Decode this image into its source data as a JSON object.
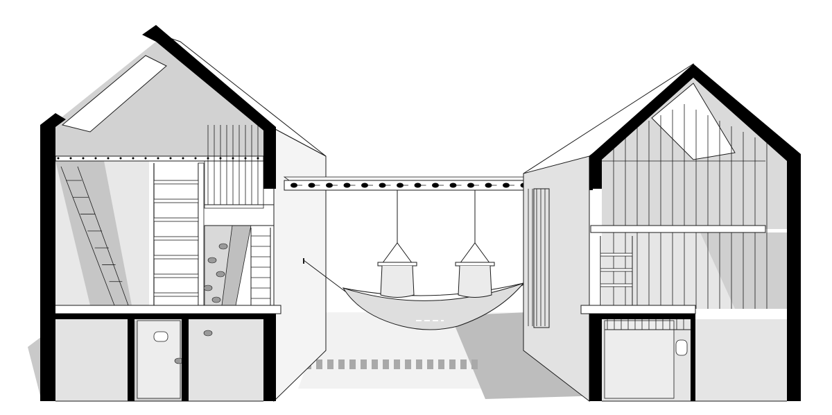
{
  "drawing": {
    "kind": "architectural-section-perspective",
    "colors": {
      "background": "#ffffff",
      "section_cut": "#000000",
      "line": "#1a1a1a",
      "shadow": "#c9c9c9",
      "shadow_dark": "#a9a9a9",
      "interior_wall": "#e6e6e6",
      "hammock_fabric": "#dedede"
    },
    "elements": [
      "left-house-section",
      "right-house-section",
      "connecting-beam",
      "hammock",
      "hanging-chair-1",
      "hanging-chair-2",
      "climbing-wall",
      "loft-ladder",
      "wall-ladder",
      "slatted-partition",
      "skylight"
    ]
  }
}
